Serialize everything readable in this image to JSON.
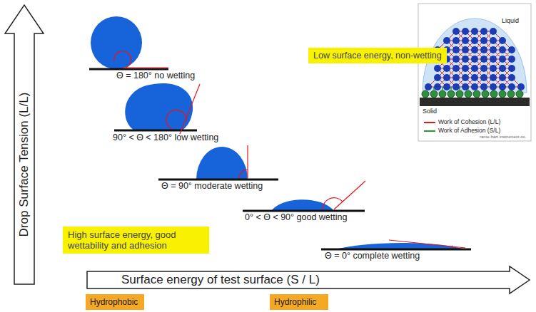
{
  "diagram": {
    "nodes": [
      {
        "text": [
          "Drop Surface Tension (L/L)"
        ]
      },
      {
        "text": [
          "Low surface energy, non-wetting"
        ]
      },
      {
        "text": [
          "High surface energy, good wettability and adhesion"
        ]
      },
      {
        "text": [
          "Surface energy of test surface (S / L)"
        ]
      },
      {
        "text": [
          "Hydrophobic"
        ]
      },
      {
        "text": [
          "Hydrophilic"
        ]
      }
    ],
    "labels": [
      "Θ = 180° no wetting",
      "90° < Θ < 180° low wetting",
      "Θ = 90° moderate wetting",
      "0° < Θ < 90° good wetting",
      "Θ = 0° complete  wetting",
      "Liquid",
      "Solid",
      "rame-hart instrument co."
    ],
    "legend": [
      {
        "text": "Work of Cohesion (L/L)"
      },
      {
        "text": "Work of Adhesion (S/L)"
      }
    ]
  }
}
